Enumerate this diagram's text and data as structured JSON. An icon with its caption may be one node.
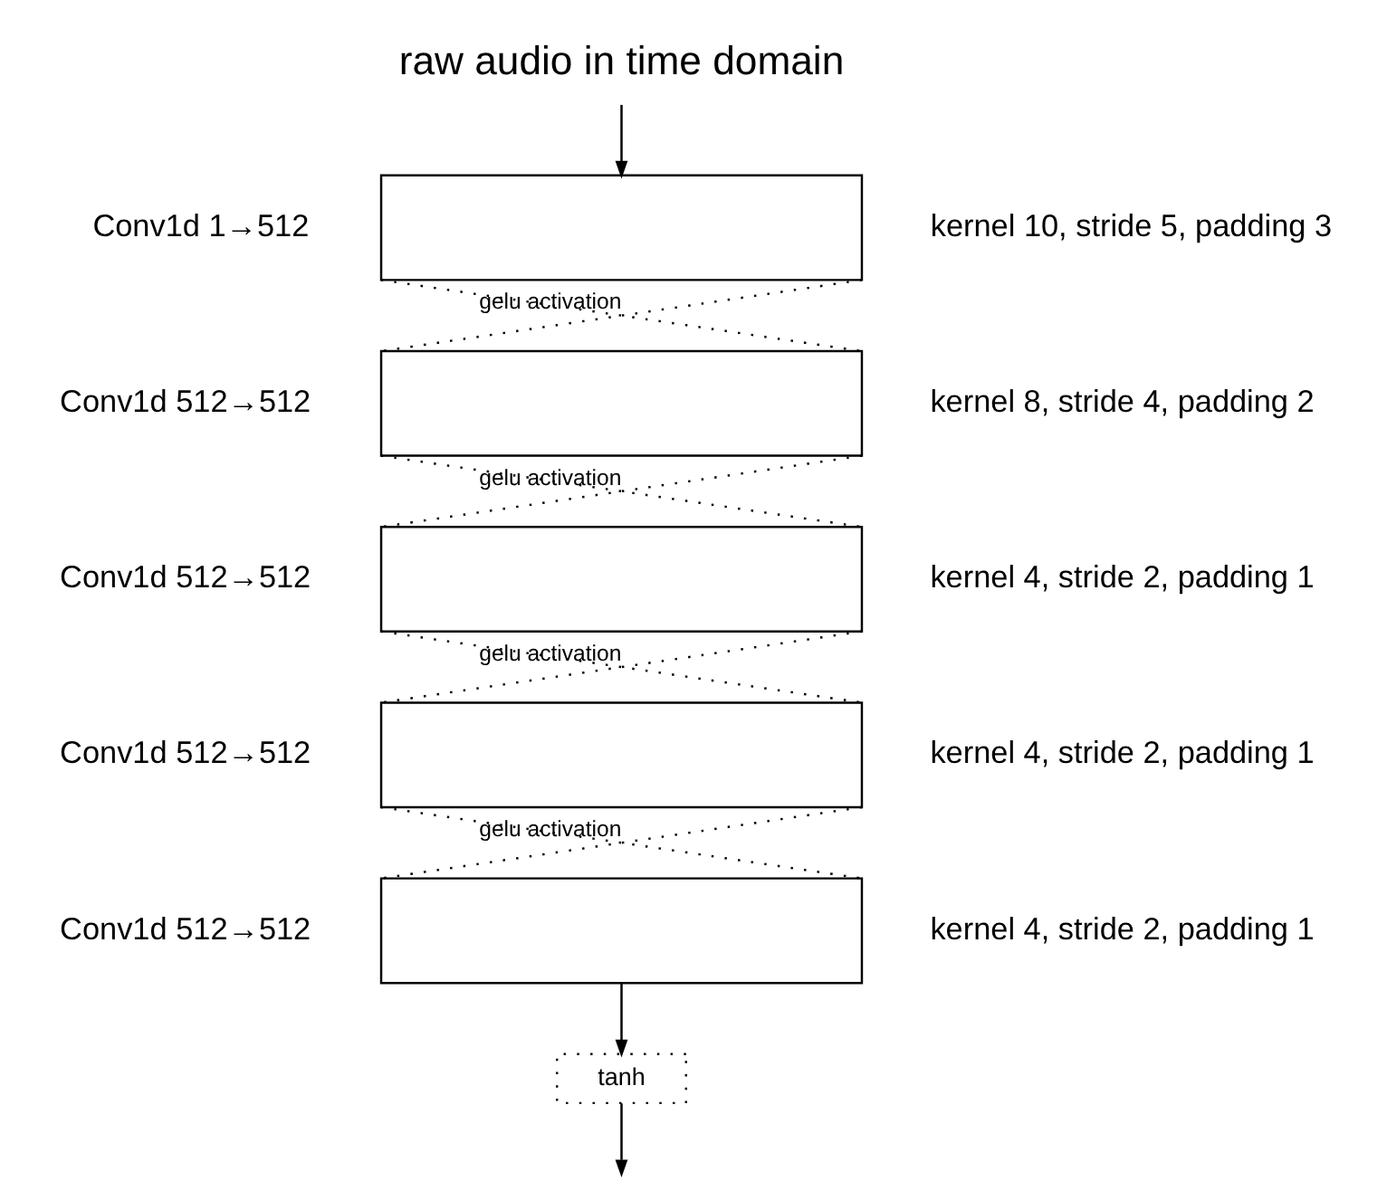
{
  "diagram": {
    "nodes": [
      {
        "text": [
          "raw audio in time domain"
        ]
      },
      {
        "text": [],
        "shape": "box",
        "beside": [
          "Conv1d 1→512",
          "kernel 10, stride 5, padding 3"
        ]
      },
      {
        "text": [],
        "shape": "box",
        "beside": [
          "Conv1d 512→512",
          "kernel 8, stride 4, padding 2"
        ]
      },
      {
        "text": [],
        "shape": "box",
        "beside": [
          "Conv1d 512→512",
          "kernel 4, stride 2, padding 1"
        ]
      },
      {
        "text": [],
        "shape": "box",
        "beside": [
          "Conv1d 512→512",
          "kernel 4, stride 2, padding 1"
        ]
      },
      {
        "text": [],
        "shape": "box",
        "beside": [
          "Conv1d 512→512",
          "kernel 4, stride 2, padding 1"
        ]
      },
      {
        "text": [
          "tanh"
        ]
      }
    ],
    "edges": [
      {
        "from": 0,
        "to": 1,
        "arrow": "to"
      },
      {
        "from": 1,
        "to": 2,
        "arrow": "none",
        "style": "dashed",
        "label": "gelu activation"
      },
      {
        "from": 1,
        "to": 2,
        "arrow": "none",
        "style": "dashed"
      },
      {
        "from": 2,
        "to": 3,
        "arrow": "none",
        "style": "dashed",
        "label": "gelu activation"
      },
      {
        "from": 2,
        "to": 3,
        "arrow": "none",
        "style": "dashed"
      },
      {
        "from": 3,
        "to": 4,
        "arrow": "none",
        "style": "dashed",
        "label": "gelu activation"
      },
      {
        "from": 3,
        "to": 4,
        "arrow": "none",
        "style": "dashed"
      },
      {
        "from": 4,
        "to": 5,
        "arrow": "none",
        "style": "dashed",
        "label": "gelu activation"
      },
      {
        "from": 4,
        "to": 5,
        "arrow": "none",
        "style": "dashed"
      },
      {
        "from": 5,
        "to": 6,
        "arrow": "to"
      },
      {
        "from": 6,
        "to": null,
        "arrow": "to"
      }
    ]
  }
}
